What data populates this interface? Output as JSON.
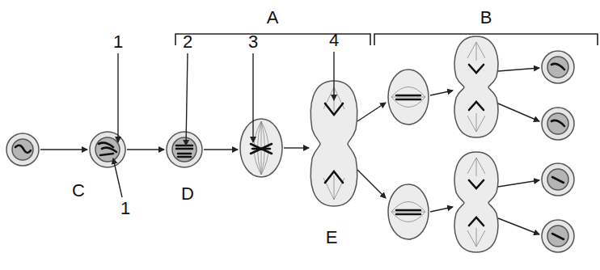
{
  "diagram": {
    "labels": [
      "A",
      "B",
      "1",
      "2",
      "3",
      "4",
      "C",
      "1",
      "D",
      "E"
    ]
  }
}
